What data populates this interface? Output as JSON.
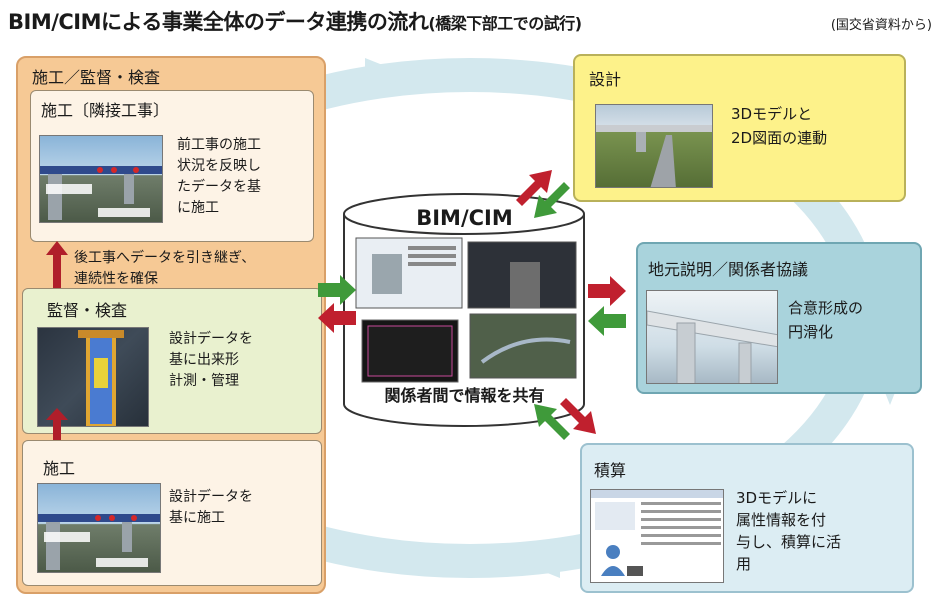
{
  "header": {
    "title": "BIM/CIMによる事業全体のデータ連携の流れ",
    "subtitle": "(橋梁下部工での試行)",
    "source": "(国交省資料から)"
  },
  "left_group": {
    "title": "施工／監督・検査",
    "neighbor": {
      "title": "施工〔隣接工事〕",
      "text": "前工事の施工\n状況を反映し\nたデータを基\nに施工"
    },
    "handover_note": "後工事へデータを引き継ぎ、\n連続性を確保",
    "inspection": {
      "title": "監督・検査",
      "text": "設計データを\n基に出来形\n計測・管理"
    },
    "construction": {
      "title": "施工",
      "text": "設計データを\n基に施工"
    }
  },
  "center": {
    "label": "BIM/CIM",
    "caption": "関係者間で情報を共有"
  },
  "right": {
    "design": {
      "title": "設計",
      "text": "3Dモデルと\n2D図面の連動"
    },
    "explain": {
      "title": "地元説明／関係者協議",
      "text": "合意形成の\n円滑化"
    },
    "estimate": {
      "title": "積算",
      "text": "3Dモデルに\n属性情報を付\n与し、積算に活\n用"
    }
  },
  "colors": {
    "left_bg": "#f6c995",
    "cream": "#fdf3e6",
    "green_card": "#e9f1cf",
    "yellow_card": "#fdf28a",
    "teal_card": "#a9d3dc",
    "light_card": "#dcedf3",
    "cycle": "#cfe6ec",
    "red_arrow": "#c0202e",
    "green_arrow": "#3f9a3a"
  }
}
